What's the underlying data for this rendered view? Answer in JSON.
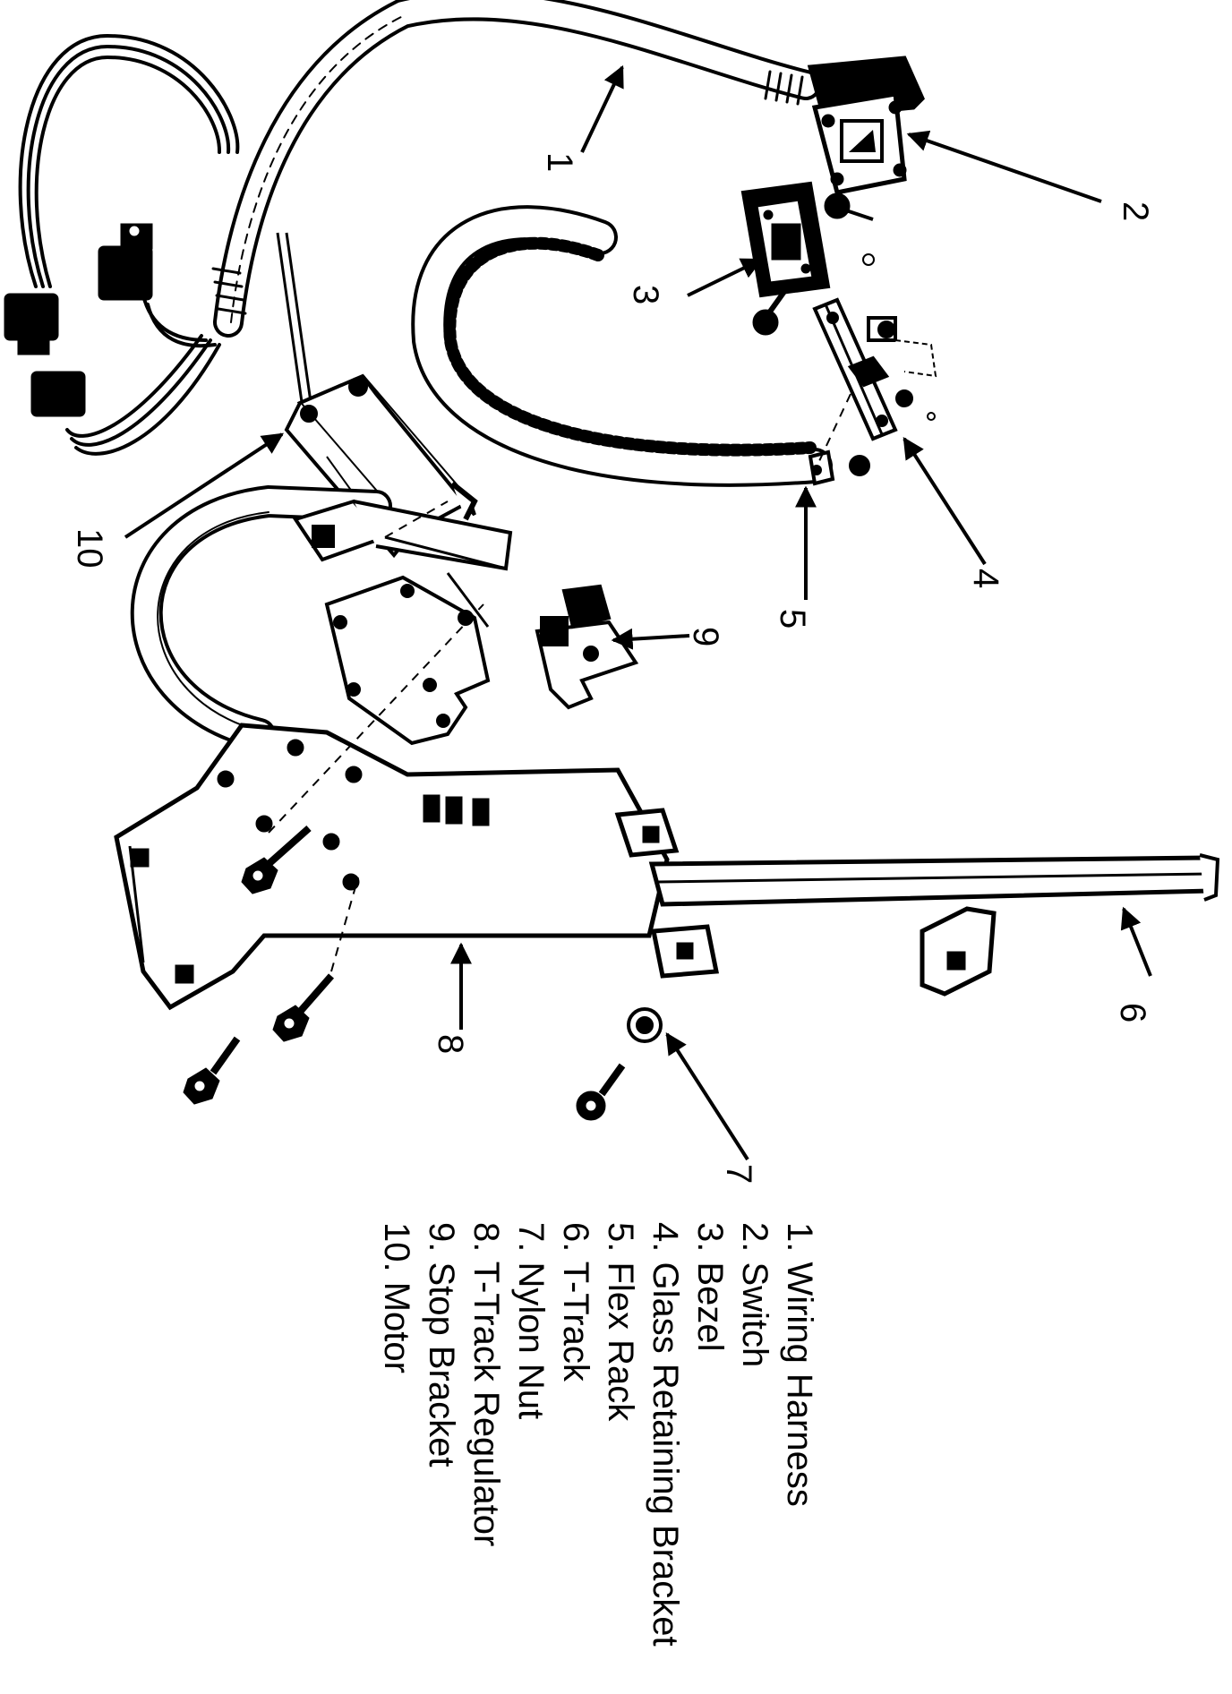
{
  "callouts": {
    "c1": "1",
    "c2": "2",
    "c3": "3",
    "c4": "4",
    "c5": "5",
    "c6": "6",
    "c7": "7",
    "c8": "8",
    "c9": "9",
    "c10": "10"
  },
  "legend": [
    "1. Wiring Harness",
    "2. Switch",
    "3. Bezel",
    "4. Glass Retaining Bracket",
    "5. Flex Rack",
    "6. T-Track",
    "7. Nylon Nut",
    "8. T-Track Regulator",
    "9. Stop Bracket",
    "10. Motor"
  ],
  "colors": {
    "ink": "#000000",
    "paper": "#ffffff"
  }
}
